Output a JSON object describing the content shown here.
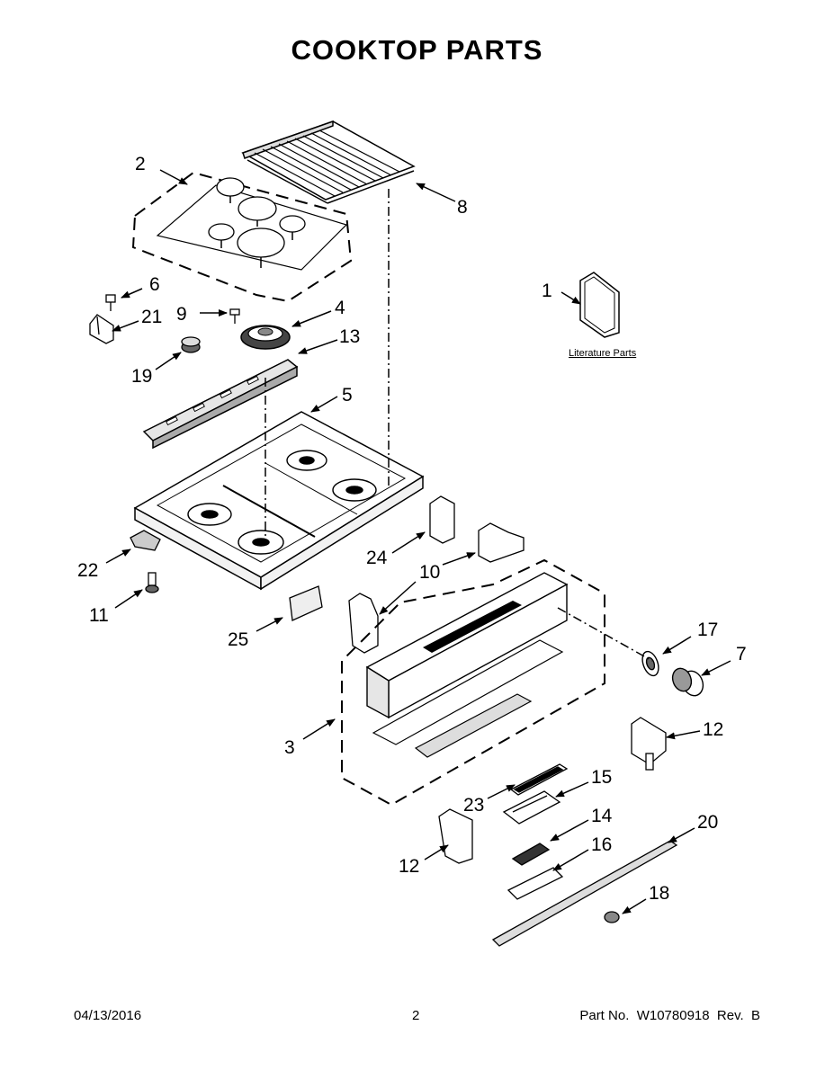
{
  "header": {
    "title": "COOKTOP PARTS"
  },
  "callouts": {
    "c1": "1",
    "c2": "2",
    "c3": "3",
    "c4": "4",
    "c5": "5",
    "c6": "6",
    "c7": "7",
    "c8": "8",
    "c9": "9",
    "c10": "10",
    "c11": "11",
    "c12a": "12",
    "c12b": "12",
    "c13": "13",
    "c14": "14",
    "c15": "15",
    "c16": "16",
    "c17": "17",
    "c18": "18",
    "c19": "19",
    "c20": "20",
    "c21": "21",
    "c22": "22",
    "c23": "23",
    "c24": "24",
    "c25": "25"
  },
  "literature": {
    "label": "Literature Parts"
  },
  "footer": {
    "date": "04/13/2016",
    "page": "2",
    "part": "Part No.  W10780918  Rev.  B"
  }
}
